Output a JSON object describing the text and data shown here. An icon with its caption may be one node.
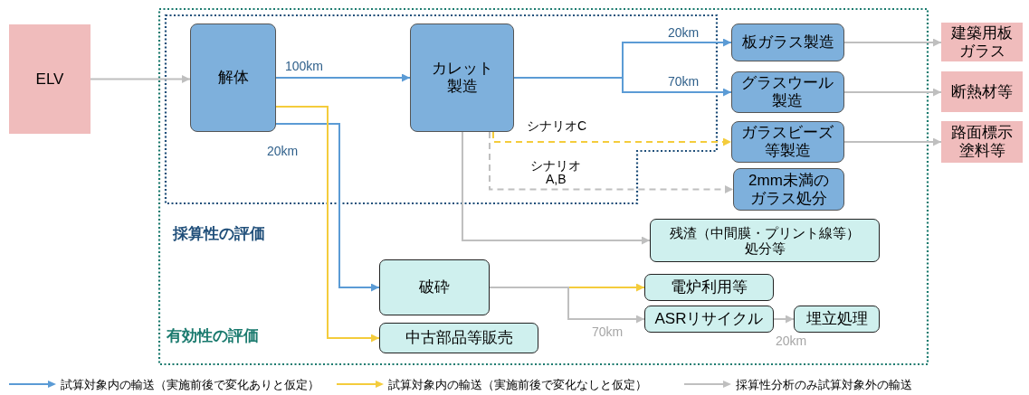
{
  "diagram": {
    "nodes": [
      {
        "text": [
          "有効性の評価"
        ]
      },
      {
        "text": [
          "採算性の評価"
        ],
        "in": 0
      },
      {
        "text": [
          "ELV"
        ]
      },
      {
        "text": [
          "解体"
        ],
        "in": 1
      },
      {
        "text": [
          "カレット製造"
        ],
        "in": 1
      },
      {
        "text": [
          "板ガラス製造"
        ],
        "in": 0
      },
      {
        "text": [
          "グラスウール製造"
        ],
        "in": 0
      },
      {
        "text": [
          "ガラスビーズ等製造"
        ],
        "in": 0
      },
      {
        "text": [
          "2mm未満のガラス処分"
        ],
        "in": 0
      },
      {
        "text": [
          "残渣（中間膜・プリント線等）処分等"
        ],
        "in": 0
      },
      {
        "text": [
          "破砕"
        ],
        "in": 0
      },
      {
        "text": [
          "中古部品等販売"
        ],
        "in": 0
      },
      {
        "text": [
          "電炉利用等"
        ],
        "in": 0
      },
      {
        "text": [
          "ASRリサイクル"
        ],
        "in": 0
      },
      {
        "text": [
          "埋立処理"
        ],
        "in": 0
      },
      {
        "text": [
          "建築用板ガラス"
        ]
      },
      {
        "text": [
          "断熱材等"
        ]
      },
      {
        "text": [
          "路面標示塗料等"
        ]
      }
    ],
    "edges": [
      {
        "from": 2,
        "to": 3,
        "arrow": "to"
      },
      {
        "from": 3,
        "to": 4,
        "arrow": "to",
        "label": "100km",
        "color": "#5b9bd5"
      },
      {
        "from": 4,
        "to": 5,
        "arrow": "to",
        "label": "20km",
        "color": "#5b9bd5"
      },
      {
        "from": 4,
        "to": 6,
        "arrow": "to",
        "label": "70km",
        "color": "#5b9bd5"
      },
      {
        "from": 4,
        "to": 7,
        "arrow": "to",
        "label": "シナリオC",
        "style": "dashed",
        "color": "#f4cc3c"
      },
      {
        "from": 4,
        "to": 8,
        "arrow": "to",
        "label": "シナリオ A,B",
        "style": "dashed"
      },
      {
        "from": 4,
        "to": 9,
        "arrow": "to"
      },
      {
        "from": 3,
        "to": 10,
        "arrow": "to",
        "label": "20km",
        "color": "#5b9bd5"
      },
      {
        "from": 3,
        "to": 11,
        "arrow": "to",
        "color": "#f4cc3c"
      },
      {
        "from": 10,
        "to": 12,
        "arrow": "to",
        "color": "#f4cc3c"
      },
      {
        "from": 10,
        "to": 13,
        "arrow": "to",
        "label": "70km"
      },
      {
        "from": 13,
        "to": 14,
        "arrow": "to",
        "label": "20km"
      },
      {
        "from": 5,
        "to": 15,
        "arrow": "to"
      },
      {
        "from": 6,
        "to": 16,
        "arrow": "to"
      },
      {
        "from": 7,
        "to": 17,
        "arrow": "to"
      }
    ],
    "legend": [
      {
        "text": "試算対象内の輸送（実施前後で変化ありと仮定）"
      },
      {
        "text": "試算対象内の輸送（実施前後で変化なしと仮定）"
      },
      {
        "text": "採算性分析のみ試算対象外の輸送"
      }
    ]
  }
}
